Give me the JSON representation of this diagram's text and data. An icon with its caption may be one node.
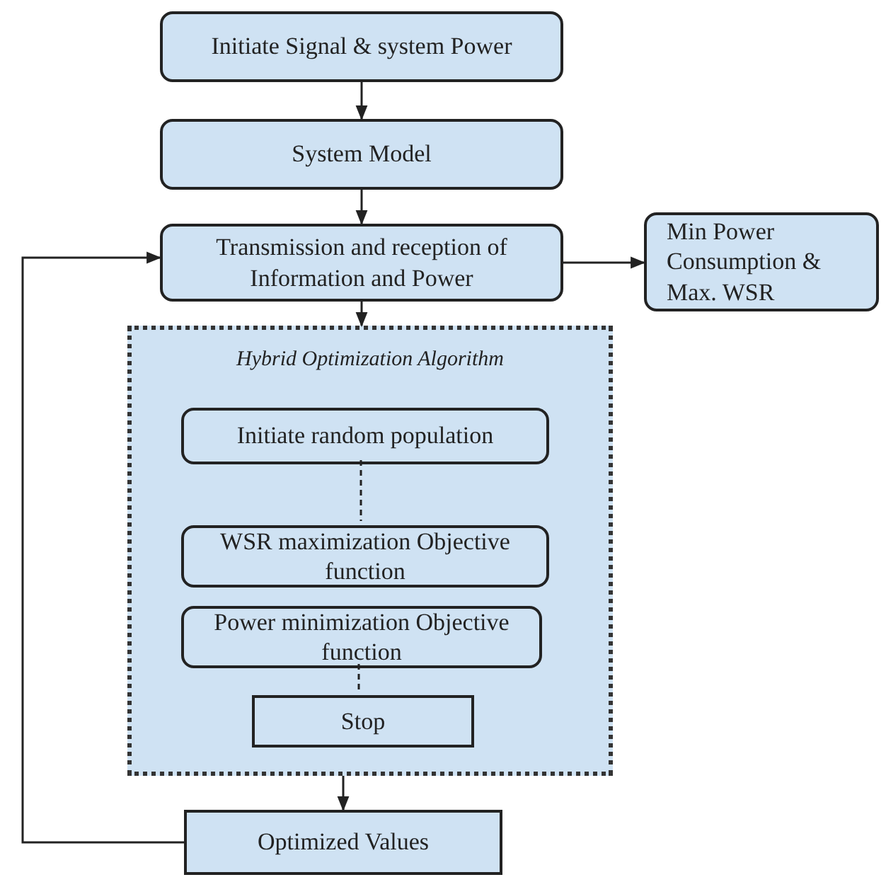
{
  "diagram": {
    "nodes": [
      {
        "text": [
          "Initiate Signal & system Power"
        ]
      },
      {
        "text": [
          "System Model"
        ]
      },
      {
        "text": [
          "Transmission and reception of Information and Power"
        ]
      },
      {
        "text": [
          "Min Power Consumption & Max. WSR"
        ]
      },
      {
        "text": [
          "Hybrid Optimization Algorithm"
        ]
      },
      {
        "text": [
          "Initiate random population"
        ],
        "in": 4
      },
      {
        "text": [
          "WSR maximization Objective function"
        ],
        "in": 4
      },
      {
        "text": [
          "Power minimization Objective function"
        ],
        "in": 4
      },
      {
        "text": [
          "Stop"
        ],
        "in": 4
      },
      {
        "text": [
          "Optimized Values"
        ]
      }
    ],
    "edges": [
      {
        "from": 0,
        "to": 1,
        "arrow": "to"
      },
      {
        "from": 1,
        "to": 2,
        "arrow": "to"
      },
      {
        "from": 2,
        "to": 3,
        "arrow": "to"
      },
      {
        "from": 2,
        "to": 4,
        "arrow": "to"
      },
      {
        "from": 5,
        "to": 6,
        "arrow": "none",
        "style": "dashed"
      },
      {
        "from": 7,
        "to": 8,
        "arrow": "none",
        "style": "dashed"
      },
      {
        "from": 4,
        "to": 9,
        "arrow": "to"
      },
      {
        "from": 9,
        "to": 2,
        "arrow": "to"
      }
    ]
  }
}
